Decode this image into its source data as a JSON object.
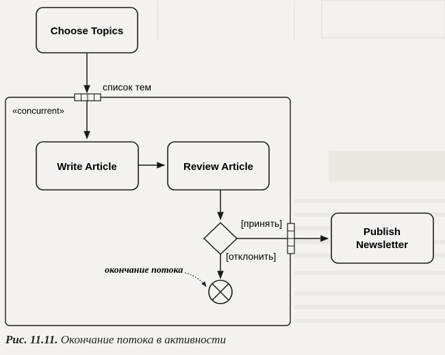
{
  "nodes": {
    "choose_topics": "Choose Topics",
    "write_article": "Write Article",
    "review_article": "Review Article",
    "publish_newsletter_line1": "Publish",
    "publish_newsletter_line2": "Newsletter"
  },
  "region": {
    "stereotype": "«concurrent»",
    "input_pin_label": "список тем"
  },
  "guards": {
    "accept": "[принять]",
    "reject": "[отклонить]"
  },
  "annotation": "окончание потока",
  "caption": {
    "prefix": "Рис. 11.11.",
    "text": " Окончание потока в активности"
  },
  "colors": {
    "stroke": "#1a1a1a",
    "background": "#f3f2ee",
    "ghost_text": "#cfcfcc"
  }
}
